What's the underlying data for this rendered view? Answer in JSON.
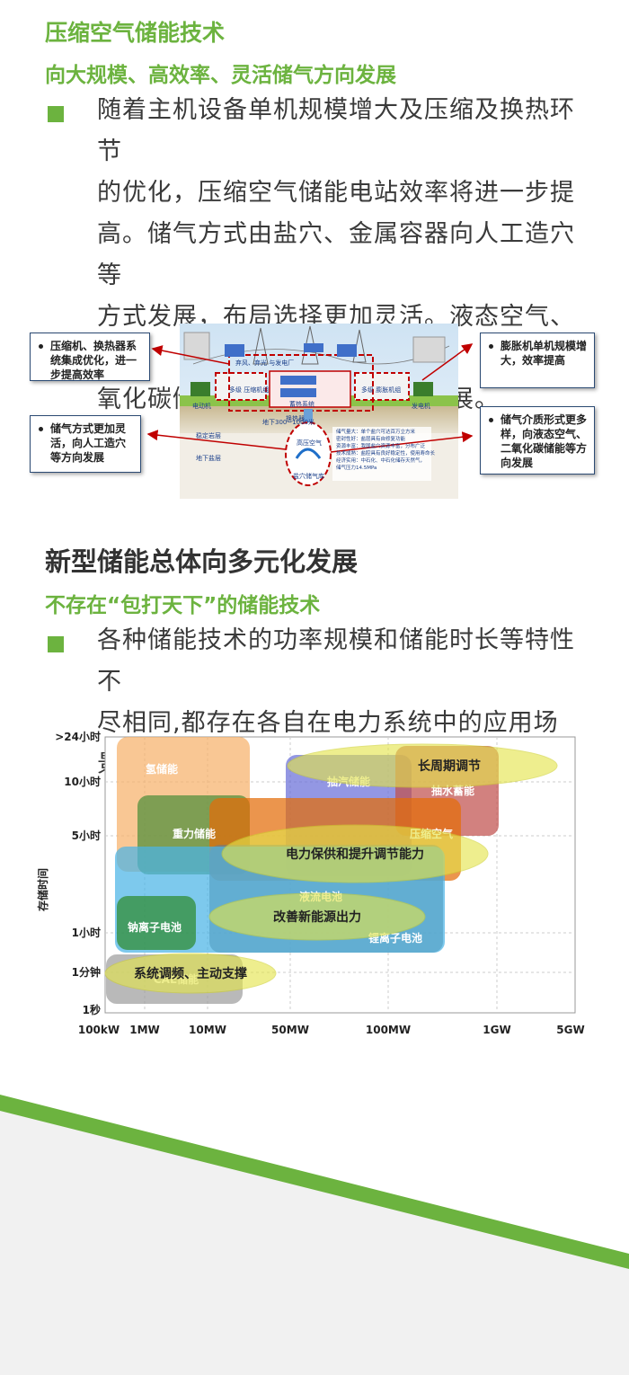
{
  "section1": {
    "title": "压缩空气储能技术",
    "subtitle": "向大规模、高效率、灵活储气方向发展",
    "paragraph_lines": [
      "随着主机设备单机规模增大及压缩及换热环节",
      "的优化，压缩空气储能电站效率将进一步提",
      "高。储气方式由盐穴、金属容器向人工造穴等",
      "方式发展，布局选择更加灵活。液态空气、二",
      "氧化碳储能等新技术也在不断发展。"
    ]
  },
  "diagram": {
    "callouts": [
      "压缩机、换热器系统集成优化，进一步提高效率",
      "储气方式更加灵活，向人工造穴等方向发展",
      "膨胀机单机规模增大，效率提高",
      "储气介质形式更多样，向液态空气、二氧化碳储能等方向发展"
    ],
    "labels": {
      "wind_solar": "弃风、弃光 与发电厂",
      "motor": "电动机",
      "compressor": "多级 压缩机组",
      "generator": "发电机",
      "heat_storage": "蓄热系统",
      "heat_exchanger": "换热器",
      "turbine": "多级 膨胀机组",
      "rock_layer": "稳定岩层",
      "salt_layer": "地下盐层",
      "depth": "地下300~1000米",
      "hp_air": "高压空气",
      "salt_cavern": "盐穴储气库",
      "notes": "储气量大：单个盐穴可达百万立方米\n密封性好：盐层具有自修复功能\n资源丰富：我国盐穴资源丰富，分布广泛\n技术成熟：盐腔具有良好稳定性，使用寿命长\n经济实用：中石化、中石化储存天然气，\n储气压力14.5MPa"
    }
  },
  "section2": {
    "title": "新型储能总体向多元化发展",
    "subtitle": "不存在“包打天下”的储能技术",
    "paragraph_lines": [
      "各种储能技术的功率规模和储能时长等特性不",
      "尽相同,都存在各自在电力系统中的应用场景。"
    ]
  },
  "chart_data": {
    "type": "scatter",
    "ylabel": "存储时间",
    "x_ticks": [
      "100kW",
      "1MW",
      "10MW",
      "50MW",
      "100MW",
      "1GW",
      "5GW"
    ],
    "y_ticks": [
      ">24小时",
      "10小时",
      "5小时",
      "1小时",
      "1分钟",
      "1秒"
    ],
    "technologies": [
      {
        "name": "氢储能",
        "power": [
          "1MW",
          "10MW+"
        ],
        "duration": [
          "5小时",
          ">24小时"
        ],
        "color": "#f6b26b"
      },
      {
        "name": "抽汽储能",
        "power": [
          "50MW",
          "100MW"
        ],
        "duration": [
          "5小时",
          "10小时+"
        ],
        "color": "#6a6fd8"
      },
      {
        "name": "抽水蓄能",
        "power": [
          "100MW",
          "1GW"
        ],
        "duration": [
          "5小时",
          "10小时+"
        ],
        "color": "#c0504d"
      },
      {
        "name": "重力储能",
        "power": [
          "1MW",
          "10MW"
        ],
        "duration": [
          "5小时",
          "10小时"
        ],
        "color": "#4e8f3a"
      },
      {
        "name": "压缩空气储能",
        "power": [
          "10MW",
          "1GW"
        ],
        "duration": [
          "1小时",
          "5小时+"
        ],
        "color": "#e36c09"
      },
      {
        "name": "液流电池",
        "power": [
          "10MW",
          "100MW"
        ],
        "duration": [
          "1小时",
          "5小时"
        ],
        "color": "#7a7a7a"
      },
      {
        "name": "锂离子电池",
        "power": [
          "100kW",
          "1GW"
        ],
        "duration": [
          "1分钟",
          "5小时"
        ],
        "color": "#4bb4e6"
      },
      {
        "name": "钠离子电池",
        "power": [
          "100kW",
          "1MW"
        ],
        "duration": [
          "1小时",
          "5小时"
        ],
        "color": "#2e8b2e"
      },
      {
        "name": "CAE储能",
        "power": [
          "100kW",
          "10MW"
        ],
        "duration": [
          "1秒",
          "1分钟"
        ],
        "color": "#9e9e9e"
      }
    ],
    "applications": [
      "长周期调节",
      "电力保供和提升调节能力",
      "改善新能源出力",
      "系统调频、主动支撑"
    ]
  }
}
